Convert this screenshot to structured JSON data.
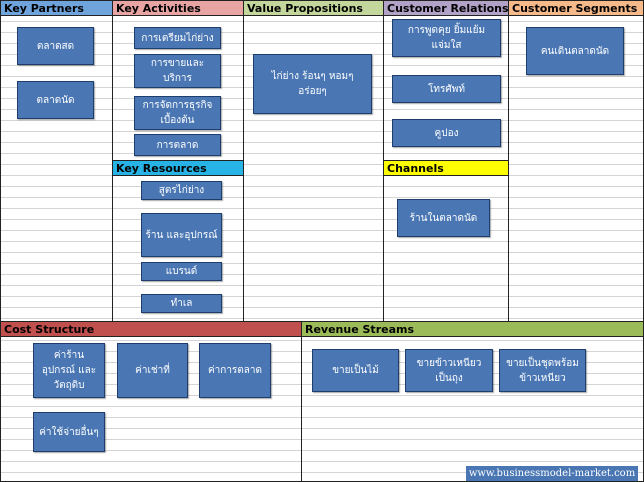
{
  "colors": {
    "box_fill": "#4a77b4",
    "key_partners": "#6fa3dc",
    "key_activities": "#e8a3a3",
    "value_propositions": "#c3d69b",
    "customer_relationships": "#b3a2c7",
    "customer_segments": "#f6b98a",
    "key_resources": "#27b3e6",
    "channels": "#ffff00",
    "cost_structure": "#c0504d",
    "revenue_streams": "#9bbb59"
  },
  "headers": {
    "key_partners": "Key Partners",
    "key_activities": "Key Activities",
    "value_propositions": "Value Propositions",
    "customer_relationships": "Customer Relationships",
    "customer_segments": "Customer Segments",
    "key_resources": "Key Resources",
    "channels": "Channels",
    "cost_structure": "Cost Structure",
    "revenue_streams": "Revenue Streams"
  },
  "key_partners": [
    "ตลาดสด",
    "ตลาดนัด"
  ],
  "key_activities": [
    "การเตรียมไก่ย่าง",
    "การขายและบริการ",
    "การจัดการธุรกิจเบื้องต้น",
    "การตลาด"
  ],
  "key_resources": [
    "สูตรไก่ย่าง",
    "ร้าน และอุปกรณ์",
    "แบรนด์",
    "ทำเล"
  ],
  "value_propositions": [
    "ไก่ย่าง ร้อนๆ หอมๆ อร่อยๆ"
  ],
  "customer_relationships": [
    "การพูดคุย ยิ้มแย้มแจ่มใส",
    "โทรศัพท์",
    "คูปอง"
  ],
  "channels": [
    "ร้านในตลาดนัด"
  ],
  "customer_segments": [
    "คนเดินตลาดนัด"
  ],
  "cost_structure": [
    "ค่าร้าน อุปกรณ์ และวัตถุดิบ",
    "ค่าเช่าที่",
    "ค่าการตลาด",
    "ค่าใช้จ่ายอื่นๆ"
  ],
  "revenue_streams": [
    "ขายเป็นไม้",
    "ขายข้าวเหนียวเป็นถุง",
    "ขายเป็นชุดพร้อมข้าวเหนียว"
  ],
  "footer": "www.businessmodel-market.com"
}
